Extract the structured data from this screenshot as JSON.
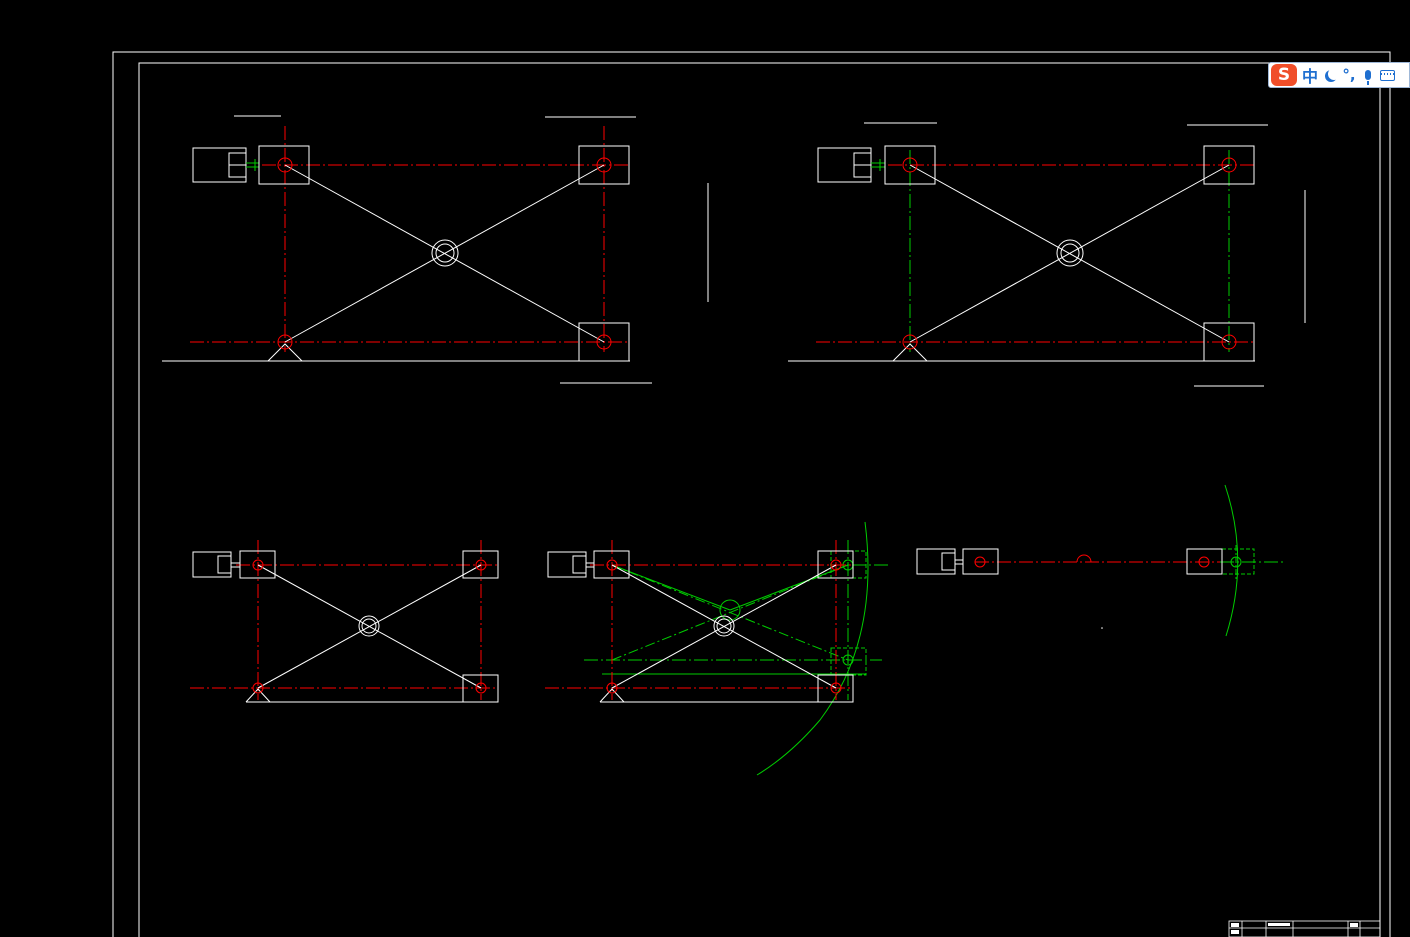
{
  "colors": {
    "background": "#000000",
    "outline": "#ffffff",
    "centerline": "#ff0000",
    "construction": "#00cc00",
    "ime_brand": "#f04e2a",
    "ime_accent": "#1f6fd0"
  },
  "ime_toolbar": {
    "logo": "S",
    "mode": "中",
    "moon_icon": "moon-icon",
    "punct": "°,",
    "mic_icon": "microphone-icon",
    "keyboard_icon": "keyboard-icon"
  },
  "drawing": {
    "views": [
      "scissor-lift-raised",
      "scissor-lift-raised-green-guides",
      "scissor-lift-lowered",
      "scissor-lift-lowered-with-motion-trace",
      "scissor-lift-collapsed-side"
    ]
  }
}
